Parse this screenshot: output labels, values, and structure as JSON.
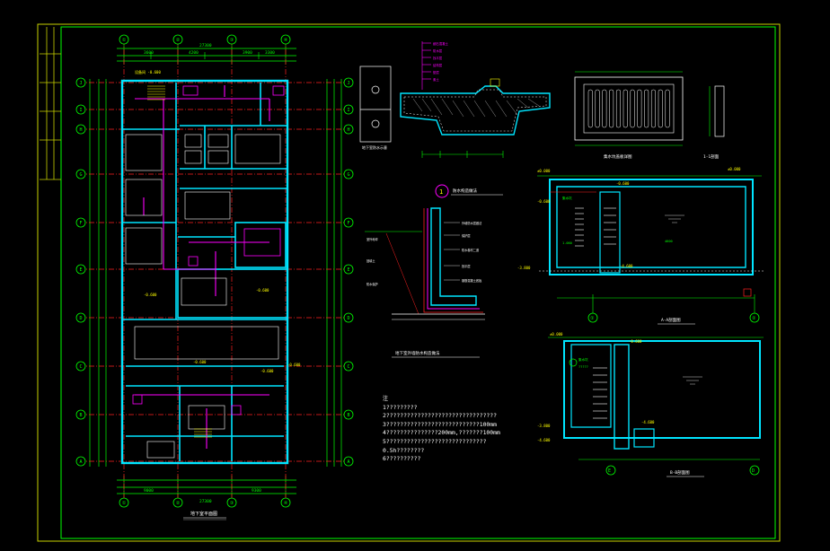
{
  "sheet": {
    "border_color": "#c8d200",
    "line_color": "#00ff00",
    "axis_line_color": "#ff2020",
    "wall_color": "#00e5ff",
    "accent_color": "#ff00ff",
    "background": "#000000"
  },
  "plan": {
    "top_axes": [
      "①",
      "②",
      "③",
      "④"
    ],
    "bottom_axes": [
      "①",
      "②",
      "③",
      "④"
    ],
    "left_axes": [
      "J",
      "I",
      "H",
      "G",
      "F",
      "E",
      "D",
      "C",
      "B",
      "A"
    ],
    "right_axes": [
      "J",
      "I",
      "H",
      "G",
      "F",
      "E",
      "D",
      "C",
      "B",
      "A"
    ],
    "title": "地下室平面图"
  },
  "details": {
    "detail1_title": "防水构造做法",
    "detail1_number": "1",
    "wall_title": "地下室外墙防水构造做法",
    "grate_title": "集水坑盖板详图",
    "section_top_title": "1-1剖面图",
    "section_right_title": "A-A剖面图",
    "section_bottom_title": "B-B剖面图",
    "sump_label": "集水坑",
    "plan_sub_title": "A-A剖面图"
  },
  "notes": {
    "heading": "注",
    "lines": [
      "1?????????",
      "2????????????????????????????????",
      "3???????????????????????????100mm",
      "4???????????????200mm,???????100mm",
      "5?????????????????????????????",
      "   0.5h????????",
      "6??????????"
    ]
  }
}
